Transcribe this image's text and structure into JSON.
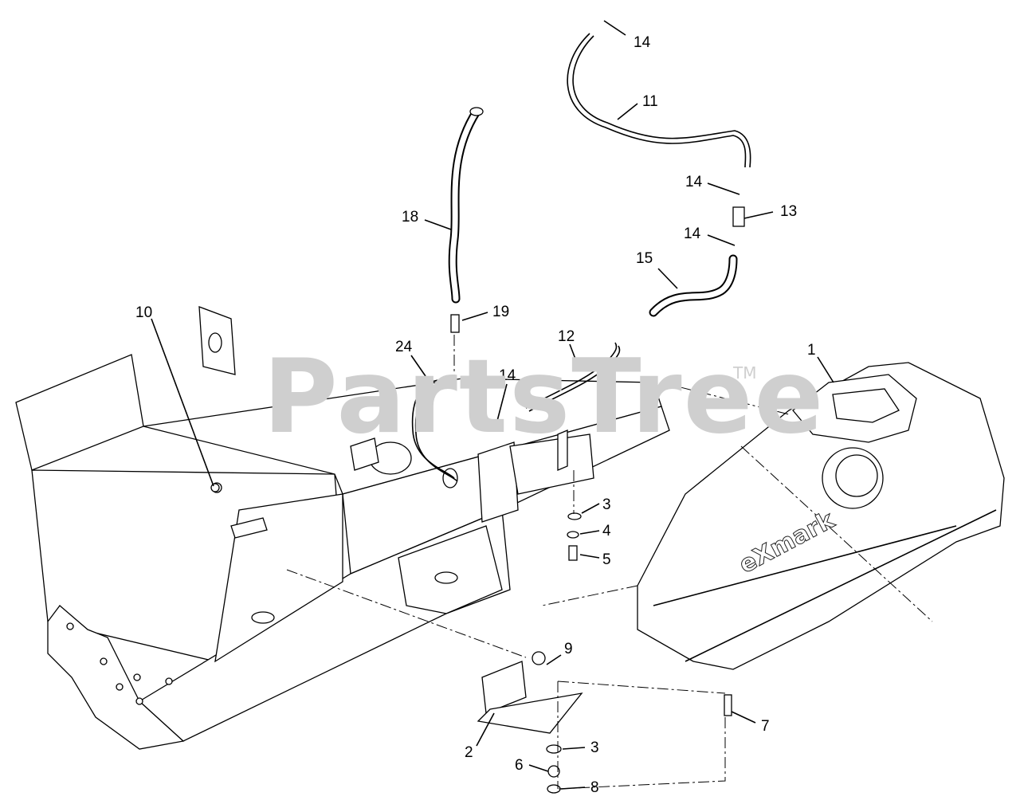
{
  "watermark": {
    "text": "PartsTree",
    "mark": "TM"
  },
  "tank_logo": "eXmark",
  "callouts": [
    {
      "id": "c14a",
      "text": "14"
    },
    {
      "id": "c11",
      "text": "11"
    },
    {
      "id": "c14b",
      "text": "14"
    },
    {
      "id": "c13",
      "text": "13"
    },
    {
      "id": "c14c",
      "text": "14"
    },
    {
      "id": "c15",
      "text": "15"
    },
    {
      "id": "c18",
      "text": "18"
    },
    {
      "id": "c19",
      "text": "19"
    },
    {
      "id": "c10",
      "text": "10"
    },
    {
      "id": "c24",
      "text": "24"
    },
    {
      "id": "c12",
      "text": "12"
    },
    {
      "id": "c14d",
      "text": "14"
    },
    {
      "id": "c1",
      "text": "1"
    },
    {
      "id": "c3a",
      "text": "3"
    },
    {
      "id": "c4",
      "text": "4"
    },
    {
      "id": "c5",
      "text": "5"
    },
    {
      "id": "c9",
      "text": "9"
    },
    {
      "id": "c7",
      "text": "7"
    },
    {
      "id": "c2",
      "text": "2"
    },
    {
      "id": "c3b",
      "text": "3"
    },
    {
      "id": "c6",
      "text": "6"
    },
    {
      "id": "c8",
      "text": "8"
    }
  ]
}
